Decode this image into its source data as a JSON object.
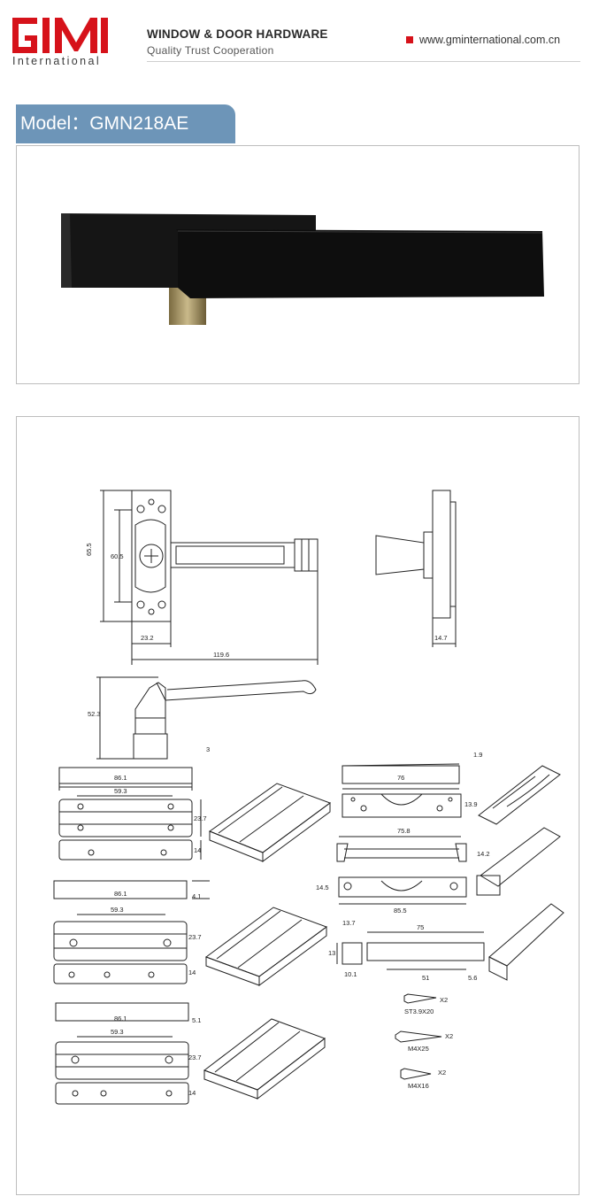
{
  "header": {
    "logo_subtext": "International",
    "tagline_title": "WINDOW & DOOR HARDWARE",
    "tagline_sub": "Quality  Trust  Cooperation",
    "website": "www.gminternational.com.cn",
    "brand_color": "#d6121a"
  },
  "model": {
    "label": "Model：GMN218AE",
    "tab_color": "#6d95b8"
  },
  "drawing": {
    "dims": {
      "d655": "65.5",
      "d605": "60.5",
      "d232": "23.2",
      "d1196": "119.6",
      "d147": "14.7",
      "d523": "52.3",
      "d3": "3",
      "d19": "1.9",
      "d861": "86.1",
      "d593": "59.3",
      "d237": "23.7",
      "d14": "14",
      "d76": "76",
      "d139": "13.9",
      "d758": "75.8",
      "d142": "14.2",
      "d41": "4.1",
      "d145": "14.5",
      "d855": "85.5",
      "d137": "13.7",
      "d13": "13",
      "d101": "10.1",
      "d75": "75",
      "d51": "51",
      "d56": "5.6",
      "d51b": "5.1"
    },
    "screws": [
      {
        "name": "ST3.9X20",
        "qty": "X2"
      },
      {
        "name": "M4X25",
        "qty": "X2"
      },
      {
        "name": "M4X16",
        "qty": "X2"
      }
    ]
  }
}
